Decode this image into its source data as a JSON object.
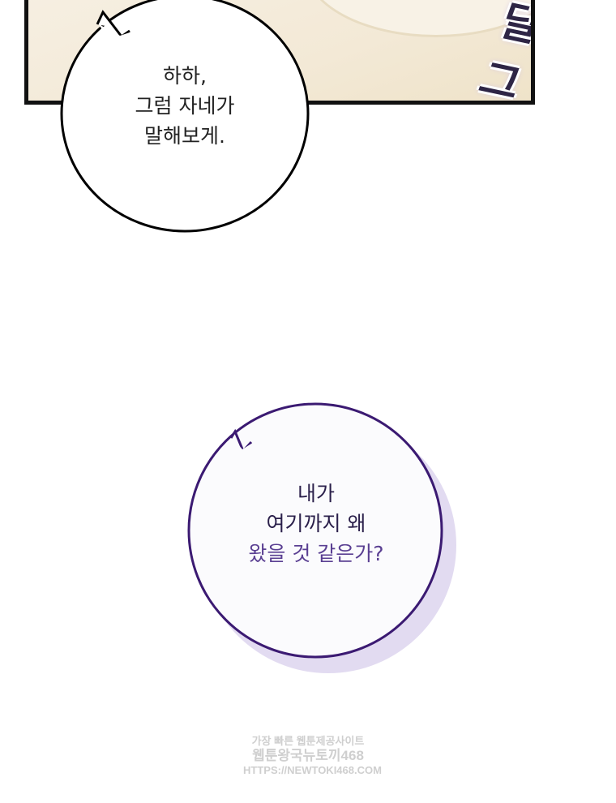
{
  "panel": {
    "sound_effect": "달그락"
  },
  "bubble1": {
    "lines": [
      "하하,",
      "그럼 자네가",
      "말해보게."
    ]
  },
  "bubble2": {
    "lines": [
      "내가",
      "여기까지 왜",
      "왔을 것 같은가?"
    ]
  },
  "watermark": {
    "line1": "가장 빠른 웹툰제공사이트",
    "line2": "웹툰왕국뉴토끼468",
    "line3": "HTTPS://NEWTOKI468.COM"
  },
  "colors": {
    "bubble2_border": "#3b1a72",
    "bubble2_shadow": "#ddd5ef",
    "panel_bg": "#f3e9d6"
  }
}
